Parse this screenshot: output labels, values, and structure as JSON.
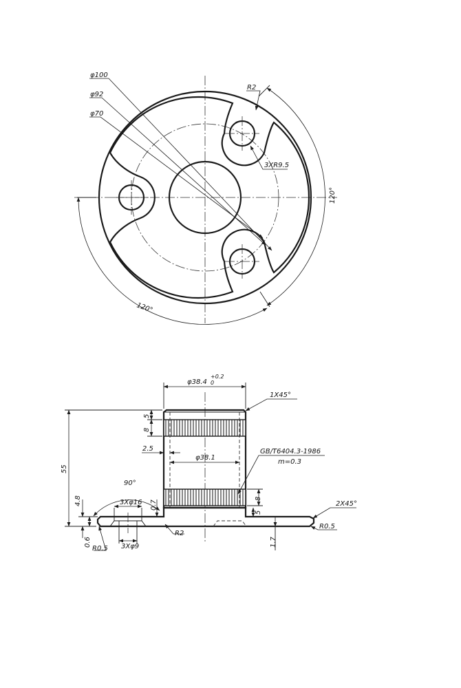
{
  "top_view": {
    "labels": {
      "d100": "φ100",
      "d92": "φ92",
      "d70": "φ70",
      "r2": "R2",
      "r95": "3XR9.5",
      "ang_right": "120°",
      "ang_bottom": "120°"
    }
  },
  "front_view": {
    "labels": {
      "top_dia": "φ38.4",
      "tol_up": "+0.2",
      "tol_low": "0",
      "chamfer_top": "1X45°",
      "d5_top": "5",
      "d8_top": "8",
      "d25": "2.5",
      "d381": "φ38.1",
      "knurl_std": "GB/T6404.3-1986",
      "knurl_m": "m=0.3",
      "d55": "55",
      "d48": "4.8",
      "ang90": "90°",
      "holes16": "3Xφ16",
      "d07": "0.7",
      "d8_bot": "8",
      "d5_bot": "5",
      "chamfer_flange": "2X45°",
      "r05_right": "R0.5",
      "r2_bottom": "R2",
      "d06": "0.6",
      "r05_left": "R0.5",
      "holes9": "3Xφ9",
      "d17": "1.7"
    }
  }
}
